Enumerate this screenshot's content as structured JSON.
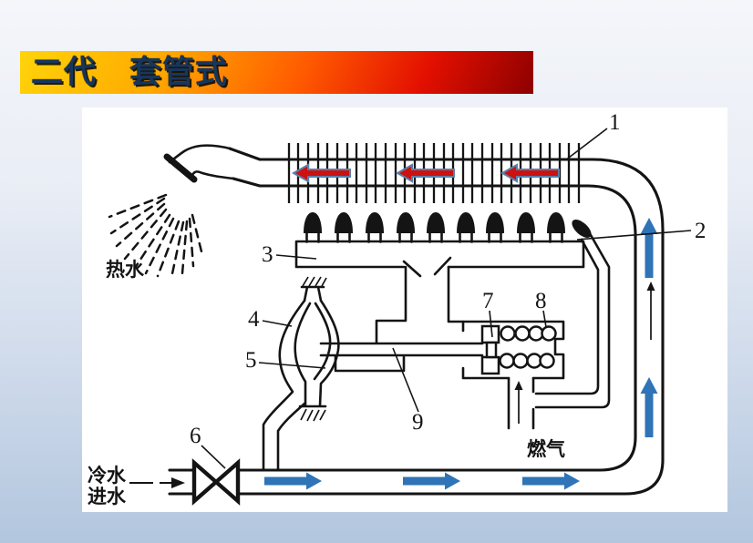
{
  "slide": {
    "title": "二代　套管式"
  },
  "diagram": {
    "annotations": {
      "hot_water": "热水",
      "cold_water_line1": "冷水",
      "cold_water_line2": "进水",
      "gas": "燃气"
    },
    "callouts": [
      "1",
      "2",
      "3",
      "4",
      "5",
      "6",
      "7",
      "8",
      "9"
    ],
    "flow": {
      "water_arrow_color_name": "blue",
      "hot_gas_arrow_color_name": "red",
      "blue_right_arrows": 3,
      "blue_up_arrows": 2,
      "red_left_arrows": 3
    }
  },
  "colors": {
    "flow-blue": "#2e74b6",
    "flow-red": "#cc1111",
    "arrow-outline": "#5b7faa",
    "title-text": "#17365d",
    "ink": "#141414",
    "bg-top": "#f4f6fa",
    "bg-bottom": "#b2c6de"
  }
}
